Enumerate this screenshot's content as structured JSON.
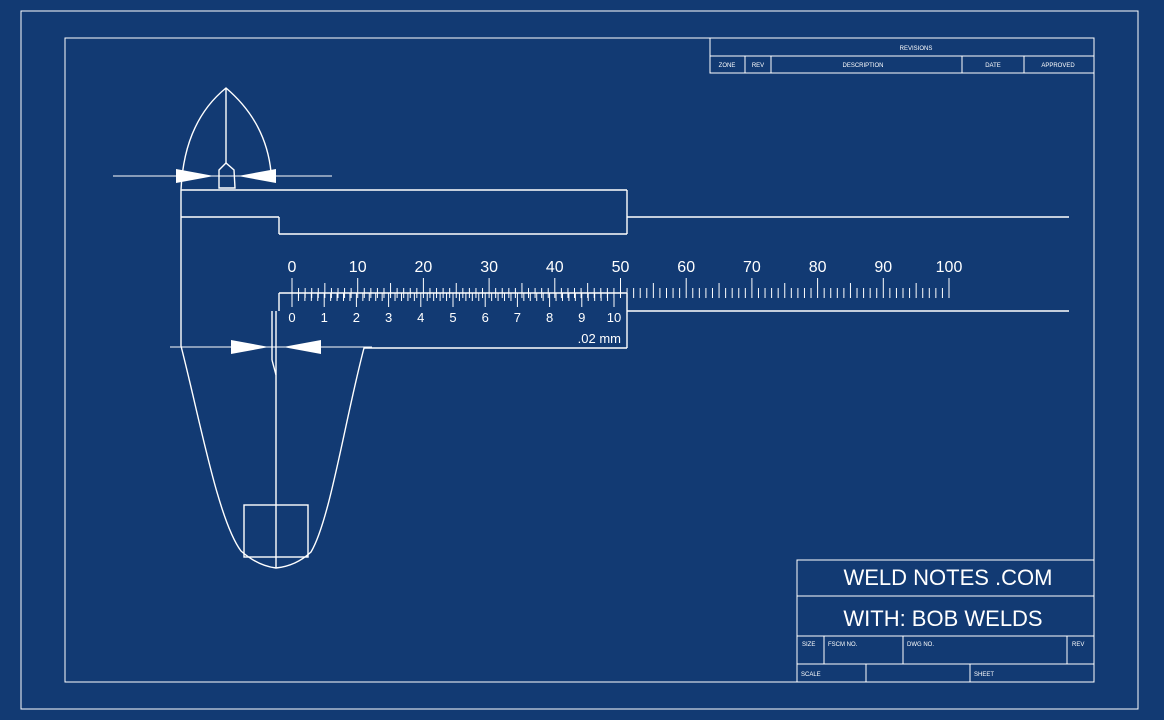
{
  "colors": {
    "background": "#123a73",
    "line": "#ffffff"
  },
  "revisions": {
    "title": "REVISIONS",
    "columns": {
      "zone": "ZONE",
      "rev": "REV",
      "description": "DESCRIPTION",
      "date": "DATE",
      "approved": "APPROVED"
    }
  },
  "caliper": {
    "main_scale_labels": [
      "0",
      "10",
      "20",
      "30",
      "40",
      "50",
      "60",
      "70",
      "80",
      "90",
      "100"
    ],
    "vernier_labels": [
      "0",
      "1",
      "2",
      "3",
      "4",
      "5",
      "6",
      "7",
      "8",
      "9",
      "10"
    ],
    "resolution": ".02 mm"
  },
  "title_block": {
    "line1": "WELD NOTES .COM",
    "line2": "WITH: BOB WELDS",
    "size": "SIZE",
    "fscm": "FSCM NO.",
    "dwg": "DWG NO.",
    "rev": "REV",
    "scale": "SCALE",
    "sheet": "SHEET"
  }
}
